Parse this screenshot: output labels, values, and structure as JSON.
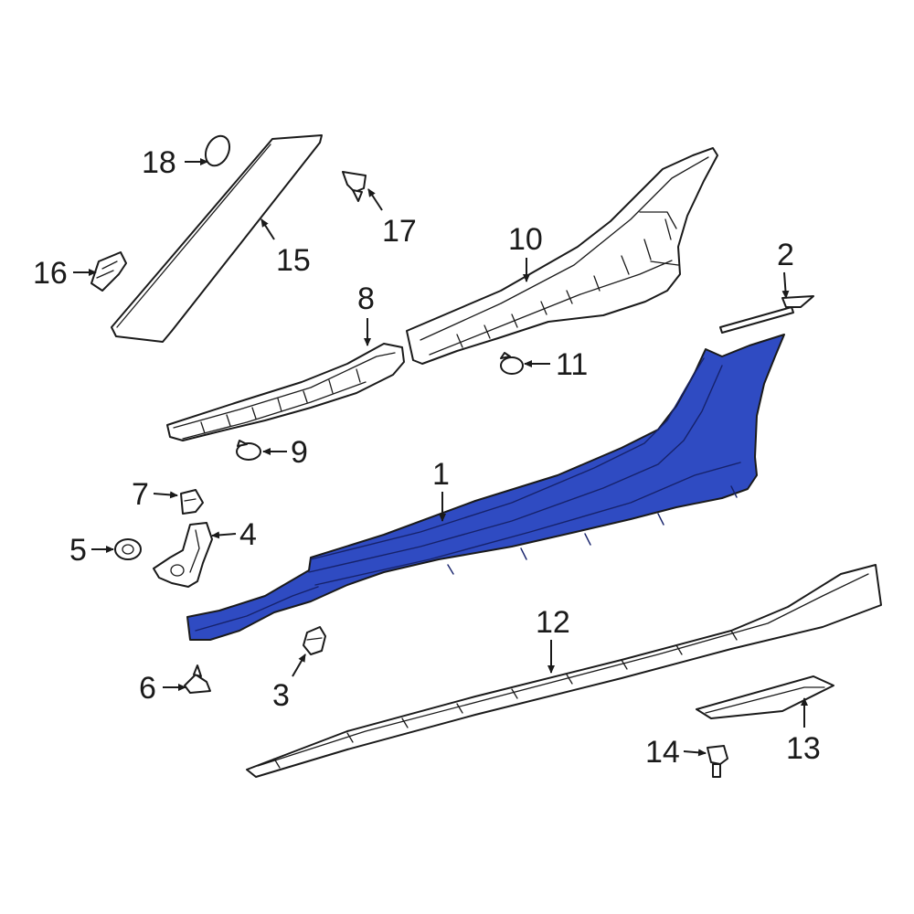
{
  "highlight_color": "#2f4bc2",
  "line_color": "#1a1a1a",
  "callouts": {
    "c1": "1",
    "c2": "2",
    "c3": "3",
    "c4": "4",
    "c5": "5",
    "c6": "6",
    "c7": "7",
    "c8": "8",
    "c9": "9",
    "c10": "10",
    "c11": "11",
    "c12": "12",
    "c13": "13",
    "c14": "14",
    "c15": "15",
    "c16": "16",
    "c17": "17",
    "c18": "18"
  }
}
